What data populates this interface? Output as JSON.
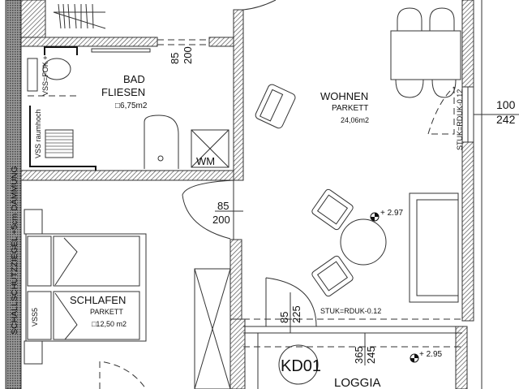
{
  "colors": {
    "line": "#333333",
    "wall_hatch": "#555555",
    "background": "#ffffff"
  },
  "outer_wall_label": "SCHALLSCHUTZZIEGEL +5cm DÄMMUNG",
  "rooms": {
    "bad": {
      "name": "BAD",
      "floor": "FLIESEN",
      "area": "□6,75m2"
    },
    "wohnen": {
      "name": "WOHNEN",
      "floor": "PARKETT",
      "area": "24,06m2"
    },
    "schlafen": {
      "name": "SCHLAFEN",
      "floor": "PARKETT",
      "area": "□12,50 m2"
    },
    "loggia": {
      "name": "LOGGIA"
    }
  },
  "doors": {
    "bad_door": {
      "width": "85",
      "height": "200"
    },
    "schlafen_door": {
      "width": "85",
      "height": "200"
    },
    "loggia_door": {
      "width": "85",
      "height": "225"
    },
    "loggia_opening": {
      "width": "365",
      "height": "245"
    }
  },
  "window": {
    "width": "100",
    "height": "242"
  },
  "annotations": {
    "vss_fok": "VSS=FOK +",
    "vss_raumhoch": "VSS raumhoch",
    "vss_bed": "VSS5",
    "washing_machine": "WM",
    "stuk_window": "STUK=RDUK-0.12",
    "stuk_loggia": "STUK=RDUK-0.12",
    "level_wohnen": "+ 2.97",
    "level_loggia": "+ 2.95",
    "tag": "KD01"
  }
}
